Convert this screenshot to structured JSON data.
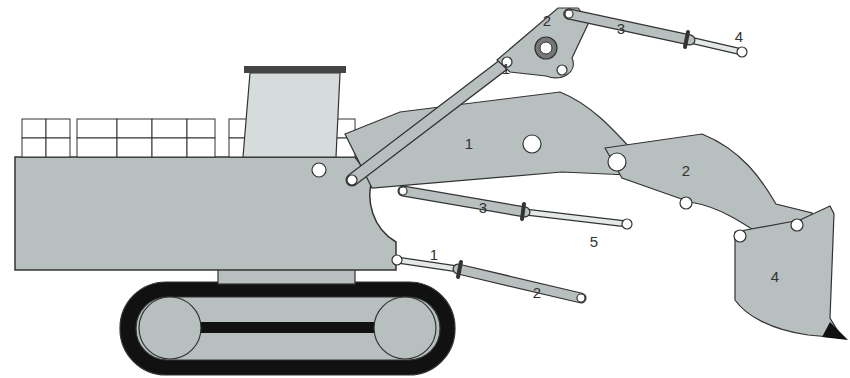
{
  "diagram": {
    "labels": [
      "1",
      "2",
      "3",
      "4",
      "1",
      "2",
      "4",
      "3",
      "5",
      "1",
      "2"
    ]
  }
}
